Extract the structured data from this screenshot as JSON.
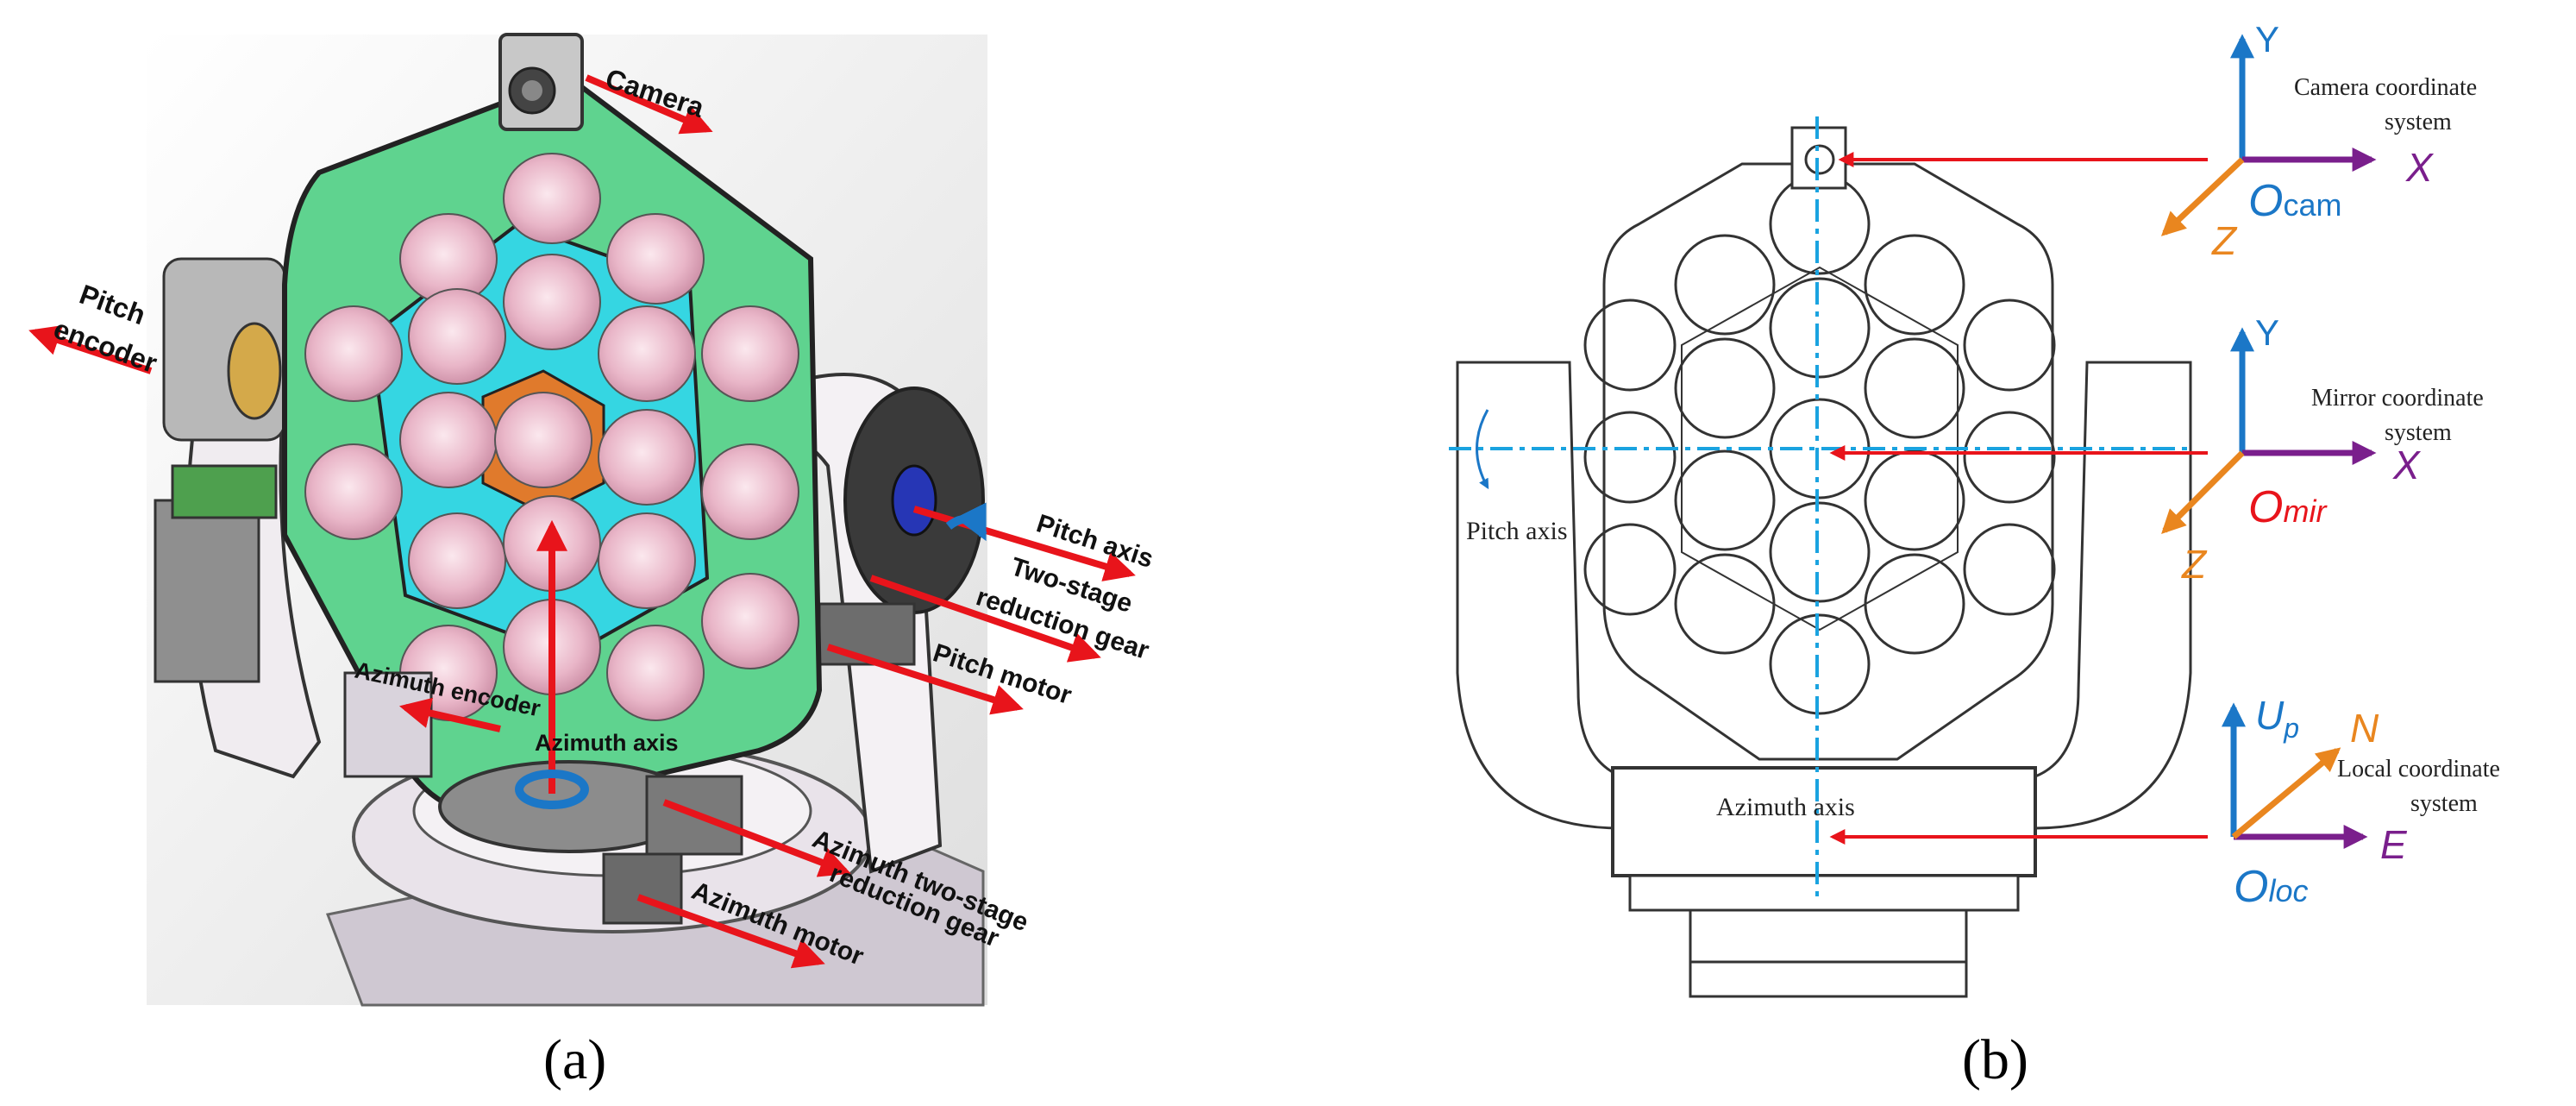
{
  "panel_a": {
    "caption": "(a)",
    "labels": {
      "camera": "Camera",
      "pitch": "Pitch",
      "encoder": "encoder",
      "pitch_axis": "Pitch axis",
      "two_stage": "Two-stage",
      "reduction_gear": "reduction gear",
      "pitch_motor": "Pitch motor",
      "azimuth_encoder": "Azimuth encoder",
      "azimuth_axis": "Azimuth axis",
      "az_two_stage": "Azimuth two-stage",
      "az_reduction_gear": "reduction gear",
      "azimuth_motor": "Azimuth motor"
    }
  },
  "panel_b": {
    "caption": "(b)",
    "pitch_axis_label": "Pitch axis",
    "azimuth_axis_label": "Azimuth axis",
    "camera_cs": {
      "title_line1": "Camera coordinate",
      "title_line2": "system",
      "y": "Y",
      "x": "X",
      "z": "Z",
      "origin": "O",
      "origin_sub": "cam"
    },
    "mirror_cs": {
      "title_line1": "Mirror coordinate",
      "title_line2": "system",
      "y": "Y",
      "x": "X",
      "z": "Z",
      "origin": "O",
      "origin_sub": "mir"
    },
    "local_cs": {
      "title_line1": "Local coordinate",
      "title_line2": "system",
      "up": "U",
      "up_sub": "p",
      "n": "N",
      "e": "E",
      "origin": "O",
      "origin_sub": "loc"
    }
  },
  "colors": {
    "arrow_red": "#e8141b",
    "axis_blue": "#1b77c7",
    "axis_purple": "#7a1f8c",
    "axis_orange": "#e9861f",
    "origin_blue": "#1b77c7",
    "origin_red": "#e8141b",
    "mirror_green": "#5fd38f",
    "mirror_cyan": "#35d6e2",
    "mirror_center": "#e07a2c",
    "facet_pink": "#e9b6c8",
    "dashdot_blue": "#1aa3e0"
  }
}
